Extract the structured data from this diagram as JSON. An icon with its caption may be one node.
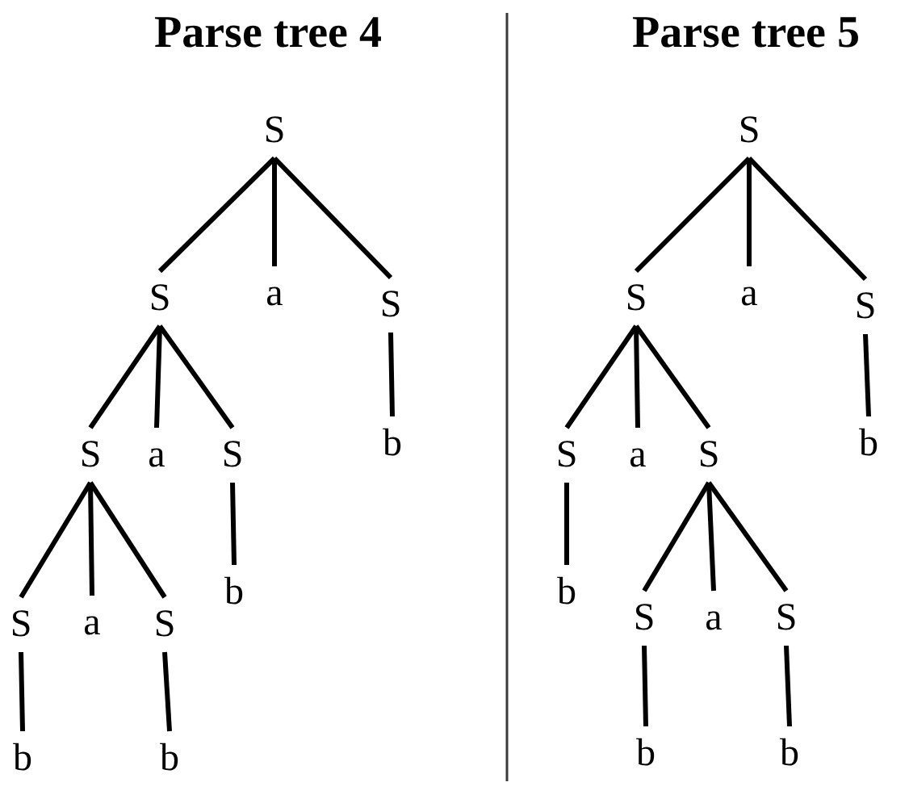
{
  "diagram": {
    "nodes": [
      {
        "text": [
          "S"
        ]
      },
      {
        "text": [
          "S"
        ]
      },
      {
        "text": [
          "a"
        ]
      },
      {
        "text": [
          "S"
        ]
      },
      {
        "text": [
          "S"
        ]
      },
      {
        "text": [
          "a"
        ]
      },
      {
        "text": [
          "S"
        ]
      },
      {
        "text": [
          "b"
        ]
      },
      {
        "text": [
          "S"
        ]
      },
      {
        "text": [
          "a"
        ]
      },
      {
        "text": [
          "S"
        ]
      },
      {
        "text": [
          "b"
        ]
      },
      {
        "text": [
          "b"
        ]
      },
      {
        "text": [
          "b"
        ]
      },
      {
        "text": [
          "S"
        ]
      },
      {
        "text": [
          "S"
        ]
      },
      {
        "text": [
          "a"
        ]
      },
      {
        "text": [
          "S"
        ]
      },
      {
        "text": [
          "S"
        ]
      },
      {
        "text": [
          "a"
        ]
      },
      {
        "text": [
          "S"
        ]
      },
      {
        "text": [
          "b"
        ]
      },
      {
        "text": [
          "b"
        ]
      },
      {
        "text": [
          "S"
        ]
      },
      {
        "text": [
          "a"
        ]
      },
      {
        "text": [
          "S"
        ]
      },
      {
        "text": [
          "b"
        ]
      },
      {
        "text": [
          "b"
        ]
      }
    ],
    "edges": [
      {
        "from": 0,
        "to": 1,
        "arrow": "none"
      },
      {
        "from": 0,
        "to": 2,
        "arrow": "none"
      },
      {
        "from": 0,
        "to": 3,
        "arrow": "none"
      },
      {
        "from": 1,
        "to": 4,
        "arrow": "none"
      },
      {
        "from": 1,
        "to": 5,
        "arrow": "none"
      },
      {
        "from": 1,
        "to": 6,
        "arrow": "none"
      },
      {
        "from": 3,
        "to": 7,
        "arrow": "none"
      },
      {
        "from": 4,
        "to": 8,
        "arrow": "none"
      },
      {
        "from": 4,
        "to": 9,
        "arrow": "none"
      },
      {
        "from": 4,
        "to": 10,
        "arrow": "none"
      },
      {
        "from": 6,
        "to": 11,
        "arrow": "none"
      },
      {
        "from": 8,
        "to": 12,
        "arrow": "none"
      },
      {
        "from": 10,
        "to": 13,
        "arrow": "none"
      },
      {
        "from": 14,
        "to": 15,
        "arrow": "none"
      },
      {
        "from": 14,
        "to": 16,
        "arrow": "none"
      },
      {
        "from": 14,
        "to": 17,
        "arrow": "none"
      },
      {
        "from": 15,
        "to": 18,
        "arrow": "none"
      },
      {
        "from": 15,
        "to": 19,
        "arrow": "none"
      },
      {
        "from": 15,
        "to": 20,
        "arrow": "none"
      },
      {
        "from": 17,
        "to": 21,
        "arrow": "none"
      },
      {
        "from": 18,
        "to": 22,
        "arrow": "none"
      },
      {
        "from": 20,
        "to": 23,
        "arrow": "none"
      },
      {
        "from": 20,
        "to": 24,
        "arrow": "none"
      },
      {
        "from": 20,
        "to": 25,
        "arrow": "none"
      },
      {
        "from": 23,
        "to": 26,
        "arrow": "none"
      },
      {
        "from": 25,
        "to": 27,
        "arrow": "none"
      }
    ],
    "labels": [
      "Parse tree 4",
      "Parse tree 5"
    ]
  }
}
